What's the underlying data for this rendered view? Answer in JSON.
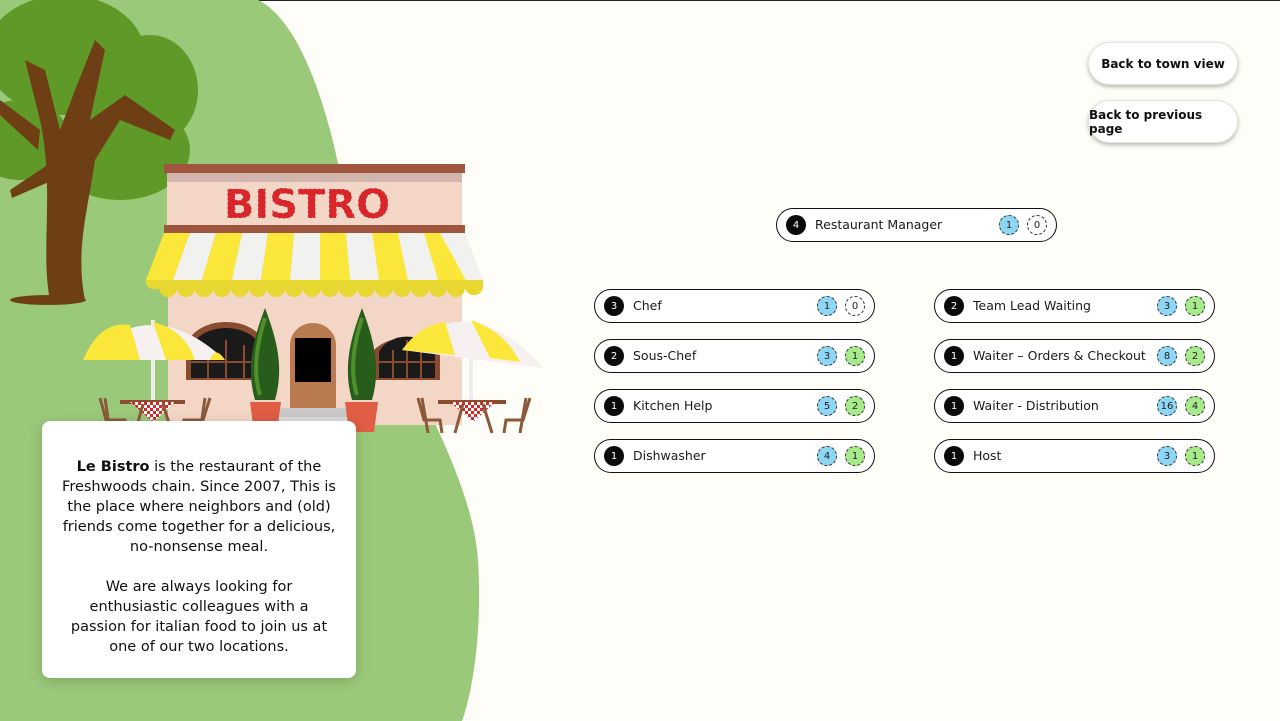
{
  "nav": {
    "town_label": "Back to town view",
    "previous_label": "Back to previous page"
  },
  "scene": {
    "sign_text": "BISTRO"
  },
  "info": {
    "name": "Le Bistro",
    "paragraph1_rest": " is the restaurant of the Freshwoods chain. Since 2007, This is the place where neighbors and (old) friends come together for a delicious, no-nonsense meal.",
    "paragraph2": "We are always looking for enthusiastic colleagues with a passion for italian food to join us at one of our two locations."
  },
  "manager": {
    "level": "4",
    "name": "Restaurant Manager",
    "open": "1",
    "filled": "0"
  },
  "kitchen_roles": [
    {
      "level": "3",
      "name": "Chef",
      "open": "1",
      "filled": "0"
    },
    {
      "level": "2",
      "name": "Sous-Chef",
      "open": "3",
      "filled": "1"
    },
    {
      "level": "1",
      "name": "Kitchen Help",
      "open": "5",
      "filled": "2"
    },
    {
      "level": "1",
      "name": "Dishwasher",
      "open": "4",
      "filled": "1"
    }
  ],
  "floor_roles": [
    {
      "level": "2",
      "name": "Team Lead Waiting",
      "open": "3",
      "filled": "1"
    },
    {
      "level": "1",
      "name": "Waiter – Orders & Checkout",
      "open": "8",
      "filled": "2"
    },
    {
      "level": "1",
      "name": "Waiter - Distribution",
      "open": "16",
      "filled": "4"
    },
    {
      "level": "1",
      "name": "Host",
      "open": "3",
      "filled": "1"
    }
  ],
  "colors": {
    "background": "#fffdf7",
    "hill": "#9bc97a",
    "awning_yellow": "#fbe63a",
    "sign_red": "#d9262a",
    "open_pill": "#8ed6f4",
    "filled_pill": "#a6ea8c"
  }
}
